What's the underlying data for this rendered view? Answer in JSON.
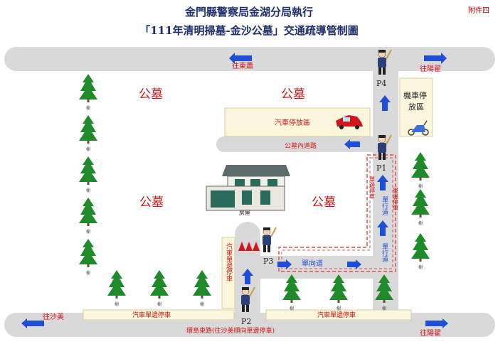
{
  "header": {
    "title_line1": "金門縣警察局金湖分局執行",
    "title_line2": "「111年清明掃墓-金沙公墓」交通疏導管制圖",
    "attachment": "附件四"
  },
  "labels": {
    "cemetery": "公墓",
    "to_dongxiao": "往東蕭",
    "to_yangzhai": "往陽翟",
    "to_shamei": "往沙美",
    "car_parking": "汽車停放區",
    "inner_road": "公墓內道路",
    "moto_parking_line1": "機車停",
    "moto_parking_line2": "放區",
    "one_way_short": "單行道",
    "one_way_road": "單向道",
    "single_side_parking_left": "汽車單邊停車",
    "single_side_parking_right": "汽車單邊停車",
    "vertical_parking": "汽車單邊停車",
    "vertical_parking_right": "單邊停車",
    "ring_road": "環島東路(往沙美順向單邊停車)",
    "building": "房屋",
    "tree": "樹"
  },
  "posts": [
    "P1",
    "P2",
    "P3",
    "P4"
  ],
  "colors": {
    "road": "#d9d9d9",
    "arrow": "#1f4fd6",
    "red_text": "#d0161b",
    "dash": "#e05050",
    "tree": "#1e8a2a",
    "parking_fill": "#fbf6dc"
  }
}
